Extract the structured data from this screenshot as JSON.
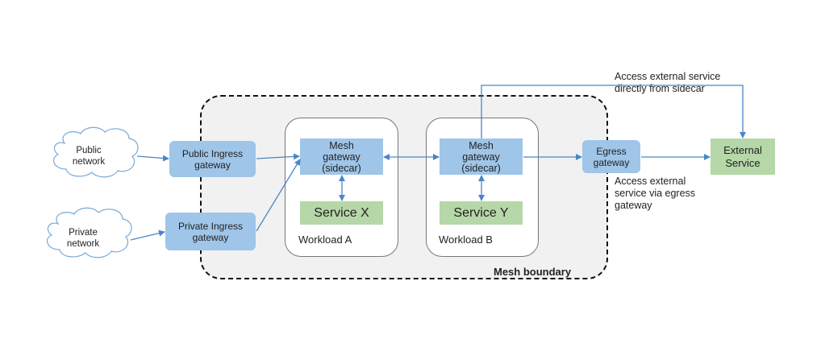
{
  "clouds": {
    "public": "Public\nnetwork",
    "private": "Private\nnetwork"
  },
  "gateways": {
    "public_ingress": "Public Ingress\ngateway",
    "private_ingress": "Private Ingress\ngateway",
    "mesh_a": "Mesh\ngateway\n(sidecar)",
    "mesh_b": "Mesh\ngateway\n(sidecar)",
    "egress": "Egress\ngateway"
  },
  "services": {
    "x": "Service X",
    "y": "Service Y",
    "external": "External\nService"
  },
  "workloads": {
    "a": "Workload A",
    "b": "Workload B"
  },
  "annotations": {
    "direct": "Access external service\ndirectly from sidecar",
    "via_egress": "Access external\nservice via egress\ngateway",
    "mesh_boundary": "Mesh boundary"
  },
  "colors": {
    "gateway_fill": "#9fc5e8",
    "service_fill": "#b6d7a8",
    "arrow": "#4a86c8",
    "boundary_fill": "#f1f1f1"
  }
}
